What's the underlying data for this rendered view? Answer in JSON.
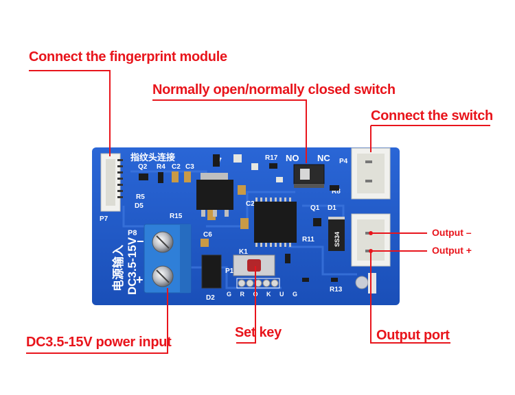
{
  "callouts": {
    "fingerprint_module": "Connect the fingerprint module",
    "no_nc_switch": "Normally open/normally closed switch",
    "connect_switch": "Connect the switch",
    "output_minus": "Output –",
    "output_plus": "Output +",
    "power_input": "DC3.5-15V power input",
    "set_key": "Set key",
    "output_port": "Output port"
  },
  "board_silk": {
    "fingerprint_header": "指纹头连接",
    "power_input_cn": "电源输入",
    "voltage": "DC3.5-15V",
    "minus": "−",
    "plus": "+",
    "no": "NO",
    "nc": "NC",
    "p7": "P7",
    "p8": "P8",
    "p4": "P4",
    "p1": "P1",
    "k1": "K1",
    "d2": "D2",
    "d5": "D5",
    "d7": "D7",
    "q1": "Q1",
    "q2": "Q2",
    "r4": "R4",
    "c2": "C2",
    "c3": "C3",
    "c6": "C6",
    "r5": "R5",
    "r15": "R15",
    "r17": "R17",
    "r8": "R8",
    "r11": "R11",
    "r13": "R13",
    "d1": "D1",
    "diode_code": "SS34",
    "pin_labels": "G  R O K U G"
  },
  "colors": {
    "callout_red": "#e8141b",
    "pcb_blue": "#1e57c8",
    "terminal_blue": "#2f7fd8",
    "connector_white": "#f1f1ee"
  }
}
